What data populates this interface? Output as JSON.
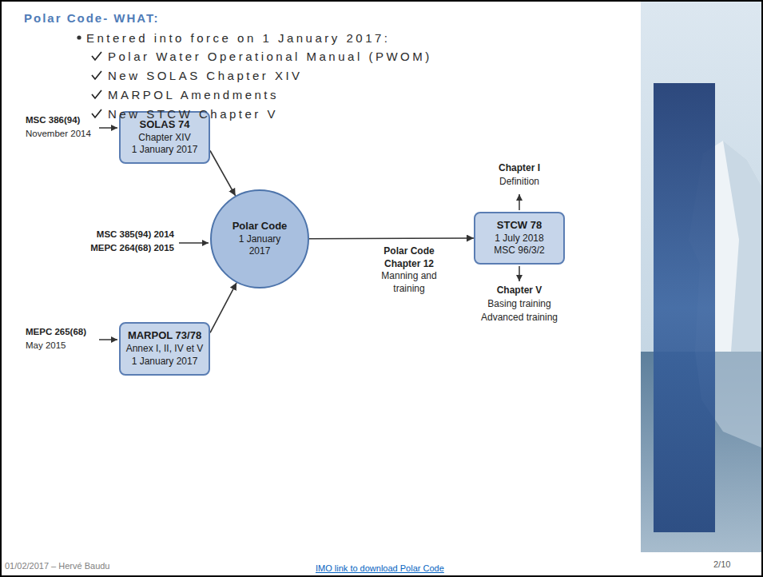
{
  "diagram": {
    "title": "Polar Code- WHAT:",
    "nodes": [
      {
        "text": [
          "SOLAS 74",
          "Chapter XIV",
          "1 January 2017"
        ]
      },
      {
        "text": [
          "Polar Code",
          "1 January 2017"
        ]
      },
      {
        "text": [
          "MARPOL 73/78",
          "Annex I, II, IV et V",
          "1 January 2017"
        ]
      },
      {
        "text": [
          "STCW 78",
          "1 July 2018",
          "MSC 96/3/2"
        ]
      }
    ],
    "edges": [
      {
        "from": 0,
        "to": 1,
        "arrow": "to"
      },
      {
        "from": 2,
        "to": 1,
        "arrow": "to"
      },
      {
        "from": 1,
        "to": 3,
        "arrow": "to",
        "label": "Polar Code Chapter 12"
      }
    ],
    "labels": [
      "Entered into force on 1 January 2017:",
      "Polar Water Operational Manual (PWOM)",
      "New SOLAS Chapter XIV",
      "MARPOL Amendments",
      "New STCW Chapter V",
      "MSC 386(94)",
      "November 2014",
      "MSC 385(94) 2014",
      "MEPC 264(68) 2015",
      "MEPC 265(68)",
      "May 2015",
      "Chapter I",
      "Definition",
      "Manning and training",
      "Chapter V",
      "Basing training",
      "Advanced training",
      "01/02/2017 – Hervé Baudu",
      "IMO link to download Polar Code",
      "2/10"
    ]
  }
}
